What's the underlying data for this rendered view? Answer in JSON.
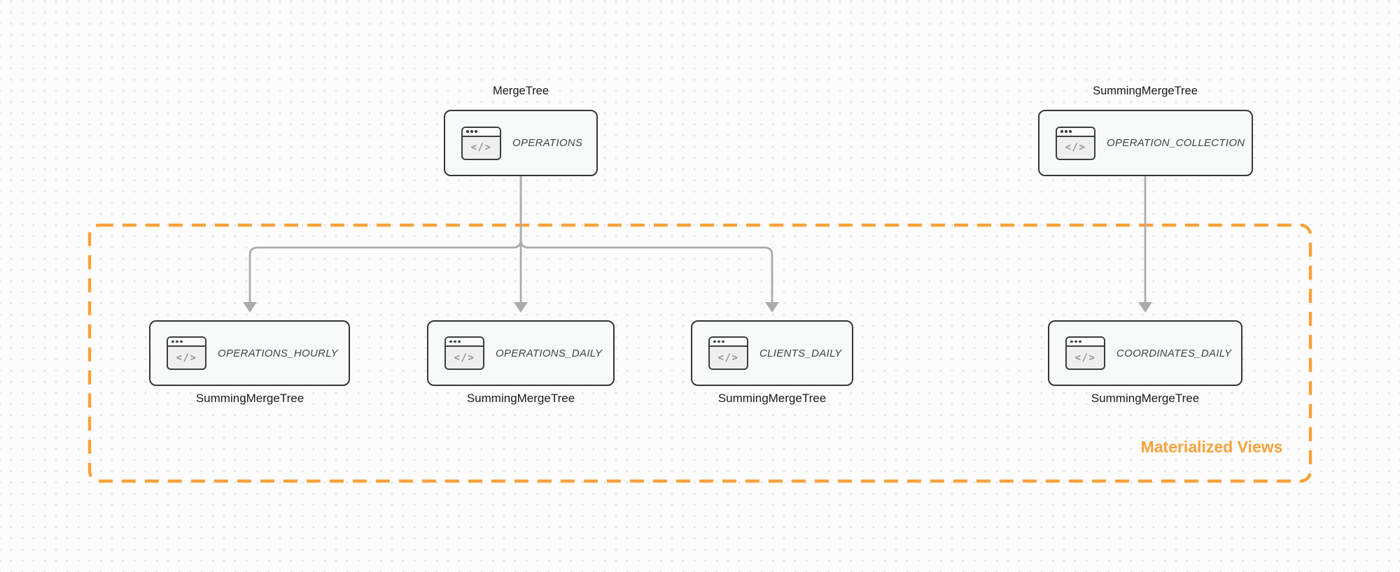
{
  "colors": {
    "accent_orange": "#F9A23C",
    "card_border": "#343539",
    "card_fill": "#F8F9F9",
    "arrow_gray": "#ABABAB",
    "background": "#FCFCFC",
    "grid_dot": "#E2E2E7"
  },
  "icon": {
    "name": "code-window-icon",
    "glyph": "</>"
  },
  "nodes": [
    {
      "id": "operations",
      "label": "OPERATIONS",
      "engine": "MergeTree"
    },
    {
      "id": "operation_collection",
      "label": "OPERATION_COLLECTION",
      "engine": "SummingMergeTree"
    },
    {
      "id": "operations_hourly",
      "label": "OPERATIONS_HOURLY",
      "engine": "SummingMergeTree"
    },
    {
      "id": "operations_daily",
      "label": "OPERATIONS_DAILY",
      "engine": "SummingMergeTree"
    },
    {
      "id": "clients_daily",
      "label": "CLIENTS_DAILY",
      "engine": "SummingMergeTree"
    },
    {
      "id": "coordinates_daily",
      "label": "COORDINATES_DAILY",
      "engine": "SummingMergeTree"
    }
  ],
  "group": {
    "label": "Materialized Views"
  }
}
